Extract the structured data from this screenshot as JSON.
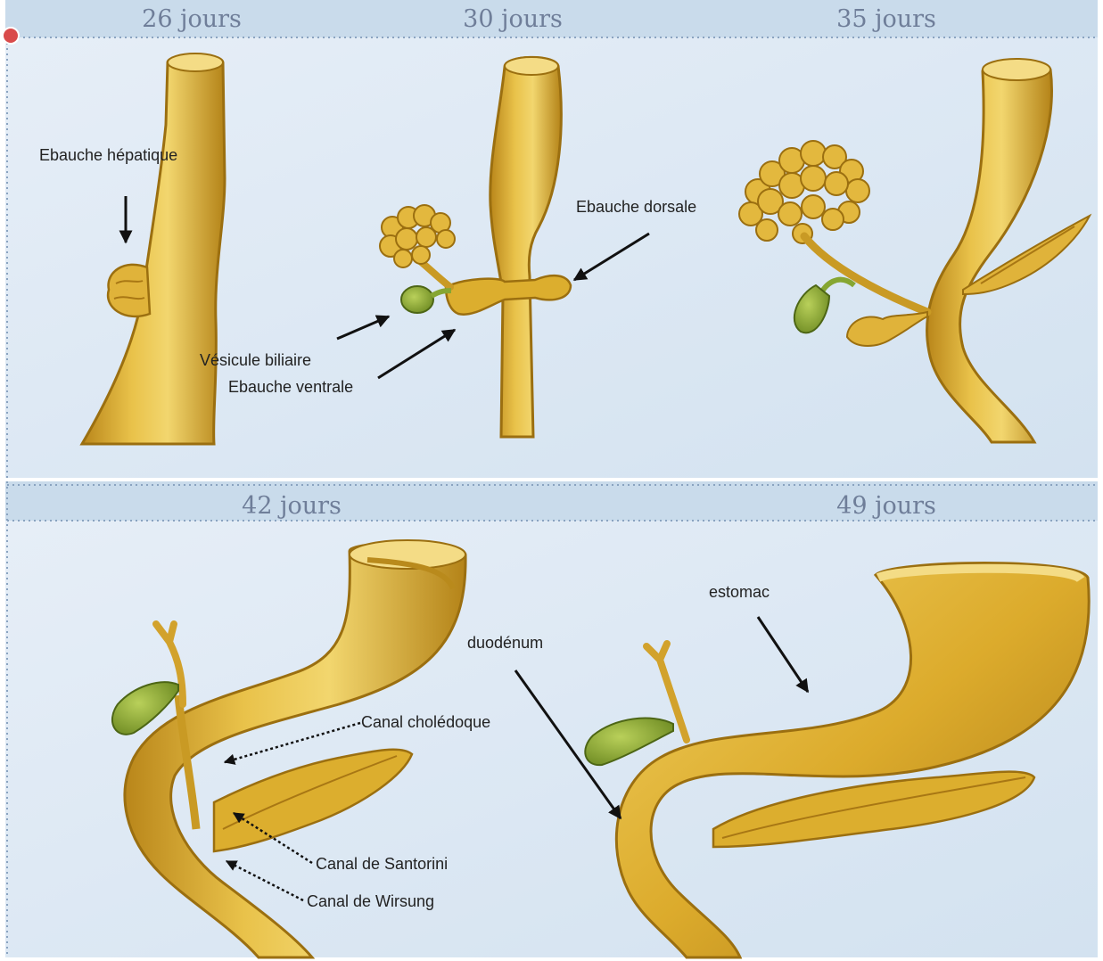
{
  "stages": [
    {
      "id": "d26",
      "label": "26 jours"
    },
    {
      "id": "d30",
      "label": "30 jours"
    },
    {
      "id": "d35",
      "label": "35 jours"
    },
    {
      "id": "d42",
      "label": "42 jours"
    },
    {
      "id": "d49",
      "label": "49 jours"
    }
  ],
  "labels": {
    "ebauche_hepatique": "Ebauche hépatique",
    "ebauche_dorsale": "Ebauche dorsale",
    "vesicule_biliaire": "Vésicule biliaire",
    "ebauche_ventrale": "Ebauche ventrale",
    "canal_choledoque": "Canal cholédoque",
    "canal_santorini": "Canal de Santorini",
    "canal_wirsung": "Canal de Wirsung",
    "duodenum": "duodénum",
    "estomac": "estomac"
  },
  "colors": {
    "background": "#dde8f3",
    "band": "#c9dbeb",
    "organ_fill": "#dcae2e",
    "organ_edge": "#9b6f10",
    "organ_highlight": "#f3d98a",
    "gallbladder": "#86a632",
    "arrow": "#111111"
  }
}
